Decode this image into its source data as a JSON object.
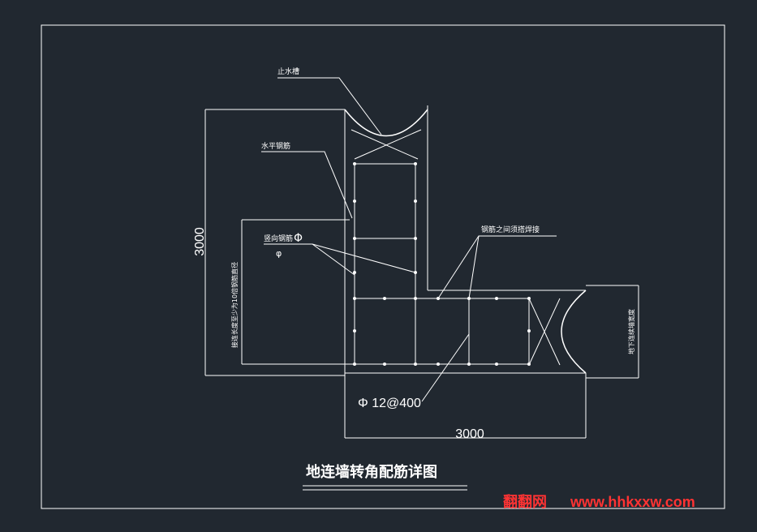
{
  "drawing": {
    "title": "地连墙转角配筋详图",
    "dimension_vertical": "3000",
    "dimension_horizontal": "3000",
    "rebar_spec": "Φ 12@400"
  },
  "labels": {
    "waterstop": "止水槽",
    "horizontal_rebar": "水平钢筋",
    "vertical_rebar": "竖向钢筋",
    "vertical_rebar_symbol": "Φ",
    "vertical_rebar_suffix": "φ",
    "rebar_weld": "钢筋之间须搭焊接",
    "left_side_note": "接连长度至少为10倍钢筋直径",
    "right_side_note": "地下连续墙宽度"
  },
  "watermark": {
    "brand": "翻翻网",
    "url": "www.hhkxxw.com"
  },
  "colors": {
    "background": "#212830",
    "linework": "#ffffff",
    "watermark": "#ff3333"
  }
}
